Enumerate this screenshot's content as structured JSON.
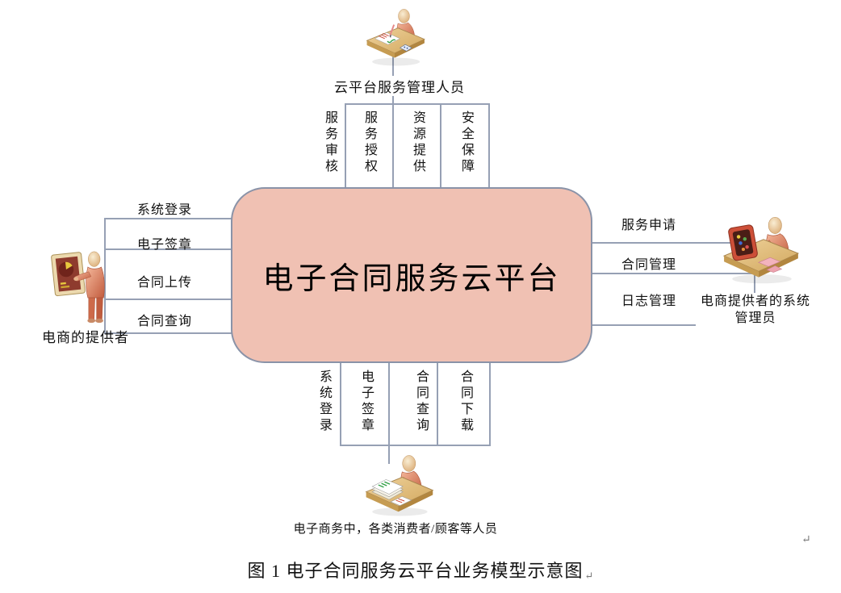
{
  "platform": {
    "title": "电子合同服务云平台"
  },
  "actors": {
    "top": {
      "name": "云平台服务管理人员",
      "services": [
        "服务审核",
        "服务授权",
        "资源提供",
        "安全保障"
      ]
    },
    "left": {
      "name": "电商的提供者",
      "services": [
        "系统登录",
        "电子签章",
        "合同上传",
        "合同查询"
      ]
    },
    "right": {
      "name": "电商提供者的系统管理员",
      "services": [
        "服务申请",
        "合同管理",
        "日志管理"
      ]
    },
    "bottom": {
      "name": "电子商务中，各类消费者/顾客等人员",
      "services": [
        "系统登录",
        "电子签章",
        "合同查询",
        "合同下载"
      ]
    }
  },
  "caption": {
    "text": "图 1 电子合同服务云平台业务模型示意图",
    "paragraph_mark": "↵"
  },
  "colors": {
    "platform_fill": "#f0c1b3",
    "platform_border": "#8a93a8",
    "connector": "#96a0b4"
  },
  "icons": {
    "top": "person-writing-at-desk-icon",
    "left": "person-with-presentation-board-icon",
    "right": "person-at-computer-desk-icon",
    "bottom": "person-with-documents-at-desk-icon"
  }
}
